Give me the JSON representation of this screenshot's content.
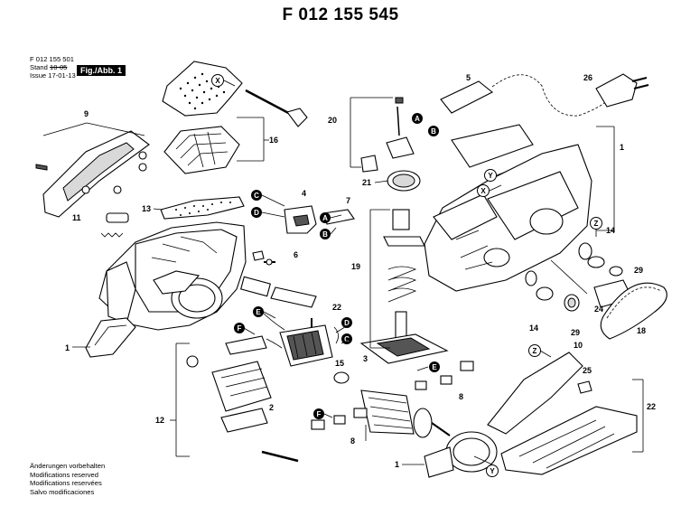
{
  "title": "F 012 155 545",
  "meta": {
    "code": "F 012 155 501",
    "stand_label": "Stand",
    "stand_value_struck": "10-05",
    "issue_label": "Issue",
    "issue_value": "17-01-13"
  },
  "fig_label": "Fig./Abb. 1",
  "notes": [
    "Änderungen vorbehalten",
    "Modifications reserved",
    "Modifications reservées",
    "Salvo modificaciones"
  ],
  "callouts": {
    "n1a": "1",
    "n1b": "1",
    "n1c": "1",
    "n2": "2",
    "n3": "3",
    "n4": "4",
    "n5": "5",
    "n6": "6",
    "n7": "7",
    "n8a": "8",
    "n8b": "8",
    "n9": "9",
    "n10": "10",
    "n11": "11",
    "n12": "12",
    "n13": "13",
    "n14a": "14",
    "n14b": "14",
    "n15": "15",
    "n16": "16",
    "n18": "18",
    "n19": "19",
    "n20": "20",
    "n21": "21",
    "n22a": "22",
    "n22b": "22",
    "n24": "24",
    "n25": "25",
    "n26": "26",
    "n29a": "29",
    "n29b": "29"
  },
  "markers": {
    "mA1": "A",
    "mA2": "A",
    "mB1": "B",
    "mB2": "B",
    "mC1": "C",
    "mC2": "C",
    "mD1": "D",
    "mD2": "D",
    "mE1": "E",
    "mE2": "E",
    "mF1": "F",
    "mF2": "F",
    "mX1": "X",
    "mX2": "X",
    "mY1": "Y",
    "mY2": "Y",
    "mZ1": "Z",
    "mZ2": "Z"
  }
}
